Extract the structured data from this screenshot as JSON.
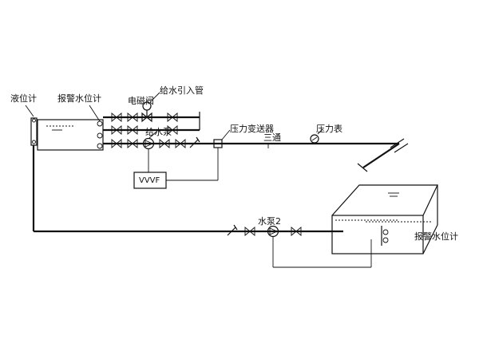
{
  "labels": {
    "level_gauge": "液位计",
    "alarm_level_gauge_top": "报警水位计",
    "solenoid_valve": "电磁阀",
    "inlet_pipe": "给水引入管",
    "feed_pump": "给水泵",
    "pressure_transmitter": "压力变送器",
    "tee": "三通",
    "pressure_gauge": "压力表",
    "controller": "VVVF",
    "pump2": "水泵2",
    "alarm_level_gauge_bottom": "报警水位计"
  }
}
